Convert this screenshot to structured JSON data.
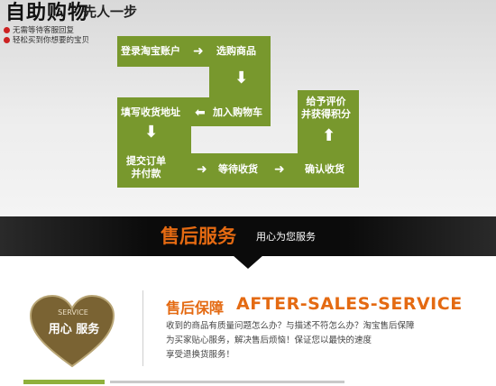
{
  "header": {
    "title": "自助购物",
    "subtitle": "先人一步",
    "notes": [
      "无需等待客服回复",
      "轻松买到你想要的宝贝"
    ]
  },
  "flow": {
    "login": "登录淘宝账户",
    "select": "选购商品",
    "add_cart": "加入购物车",
    "address": "填写收货地址",
    "submit_line1": "提交订单",
    "submit_line2": "并付款",
    "wait": "等待收货",
    "confirm": "确认收货",
    "review_line1": "给予评价",
    "review_line2": "并获得积分",
    "color": "#78982d"
  },
  "band": {
    "title": "售后服务",
    "subtitle": "用心为您服务"
  },
  "guarantee": {
    "heart_small": "SERVICE",
    "heart_main": "用心 服务",
    "title": "售后保障",
    "title_en": "AFTER-SALES-SERVICE",
    "lines": [
      "收到的商品有质量问题怎么办？与描述不符怎么办？淘宝售后保障",
      "为买家贴心服务，解决售后烦恼！保证您以最快的速度",
      "享受退换货服务！"
    ],
    "accent": "#e46a12"
  }
}
